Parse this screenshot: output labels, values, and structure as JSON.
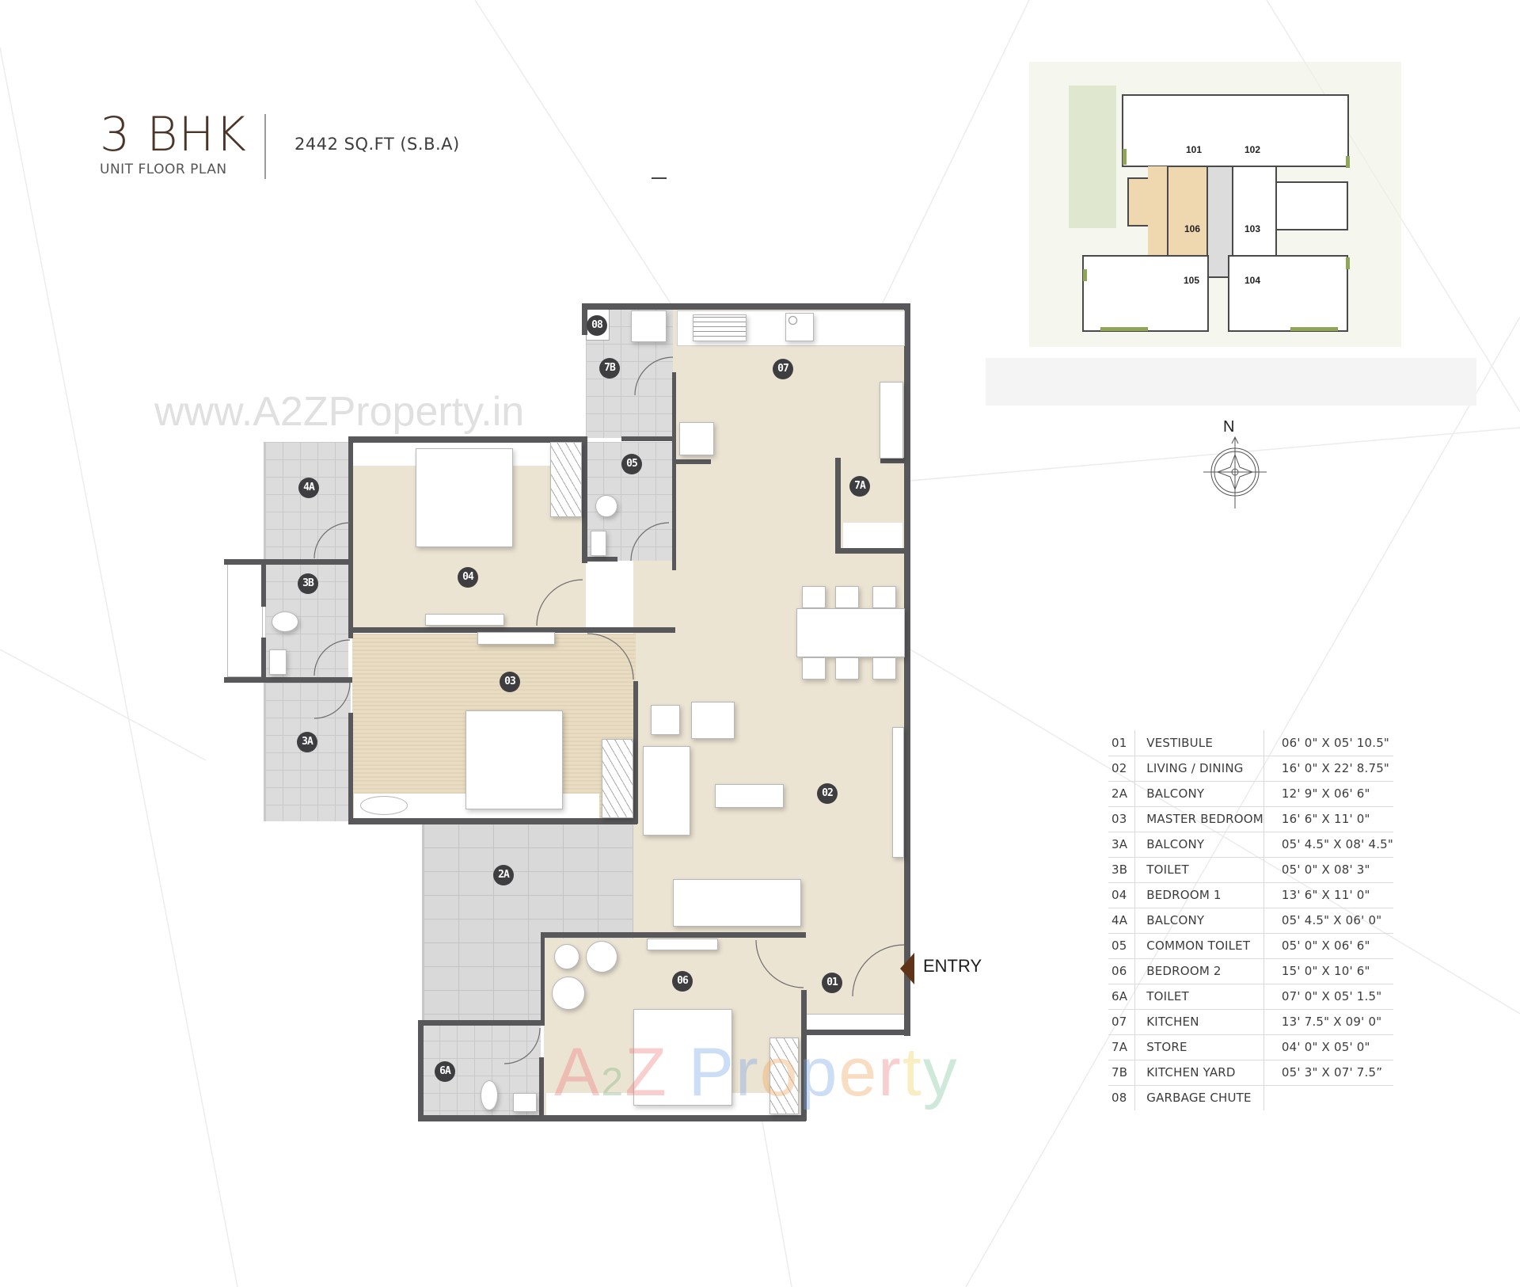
{
  "header": {
    "title": "3 BHK",
    "subtitle": "UNIT FLOOR PLAN",
    "area": "2442 SQ.FT (S.B.A)"
  },
  "watermarks": {
    "url": "www.A2ZProperty.in",
    "logo_parts": [
      "A",
      "2",
      "Z",
      " P",
      "r",
      "o",
      "p",
      "e",
      "r",
      "t",
      "y"
    ],
    "logo_colors": [
      "#f08080",
      "#7fb77e",
      "#f08080",
      "#7aa7e8",
      "#7aa7e8",
      "#f0a860",
      "#7aa7e8",
      "#f0a860",
      "#f08080",
      "#f0d060",
      "#80c8a0"
    ]
  },
  "plan": {
    "colors": {
      "wall": "#58585a",
      "floor": "#ece4d3",
      "tile": "#dcdcdc",
      "tag": "#3e3e40",
      "entry_arrow": "#5e3318"
    },
    "room_tags": {
      "r01": "01",
      "r02": "02",
      "r2A": "2A",
      "r03": "03",
      "r3A": "3A",
      "r3B": "3B",
      "r04": "04",
      "r4A": "4A",
      "r05": "05",
      "r06": "06",
      "r6A": "6A",
      "r07": "07",
      "r7A": "7A",
      "r7B": "7B",
      "r08": "08"
    },
    "entry_label": "ENTRY"
  },
  "keyplan": {
    "units": [
      "101",
      "102",
      "103",
      "104",
      "105",
      "106"
    ],
    "highlighted_unit": "106",
    "highlight_color": "#efd7b0"
  },
  "compass": {
    "label": "N"
  },
  "legend": {
    "rows": [
      {
        "code": "01",
        "name": "VESTIBULE",
        "dim": "06' 0\" X 05' 10.5\""
      },
      {
        "code": "02",
        "name": "LIVING / DINING",
        "dim": "16' 0\" X 22' 8.75\""
      },
      {
        "code": "2A",
        "name": "BALCONY",
        "dim": "12' 9\" X 06' 6\""
      },
      {
        "code": "03",
        "name": "MASTER BEDROOM",
        "dim": "16' 6\" X 11' 0\""
      },
      {
        "code": "3A",
        "name": "BALCONY",
        "dim": "05' 4.5\" X 08' 4.5\""
      },
      {
        "code": "3B",
        "name": "TOILET",
        "dim": "05' 0\" X 08' 3\""
      },
      {
        "code": "04",
        "name": "BEDROOM 1",
        "dim": "13' 6\" X 11' 0\""
      },
      {
        "code": "4A",
        "name": "BALCONY",
        "dim": "05' 4.5\" X 06' 0\""
      },
      {
        "code": "05",
        "name": "COMMON TOILET",
        "dim": "05' 0\" X 06' 6\""
      },
      {
        "code": "06",
        "name": "BEDROOM 2",
        "dim": "15' 0\" X 10' 6\""
      },
      {
        "code": "6A",
        "name": "TOILET",
        "dim": "07' 0\" X 05' 1.5\""
      },
      {
        "code": "07",
        "name": "KITCHEN",
        "dim": "13' 7.5\" X 09' 0\""
      },
      {
        "code": "7A",
        "name": "STORE",
        "dim": "04' 0\" X 05' 0\""
      },
      {
        "code": "7B",
        "name": "KITCHEN YARD",
        "dim": "05' 3\" X 07' 7.5”"
      },
      {
        "code": "08",
        "name": "GARBAGE CHUTE",
        "dim": ""
      }
    ]
  }
}
